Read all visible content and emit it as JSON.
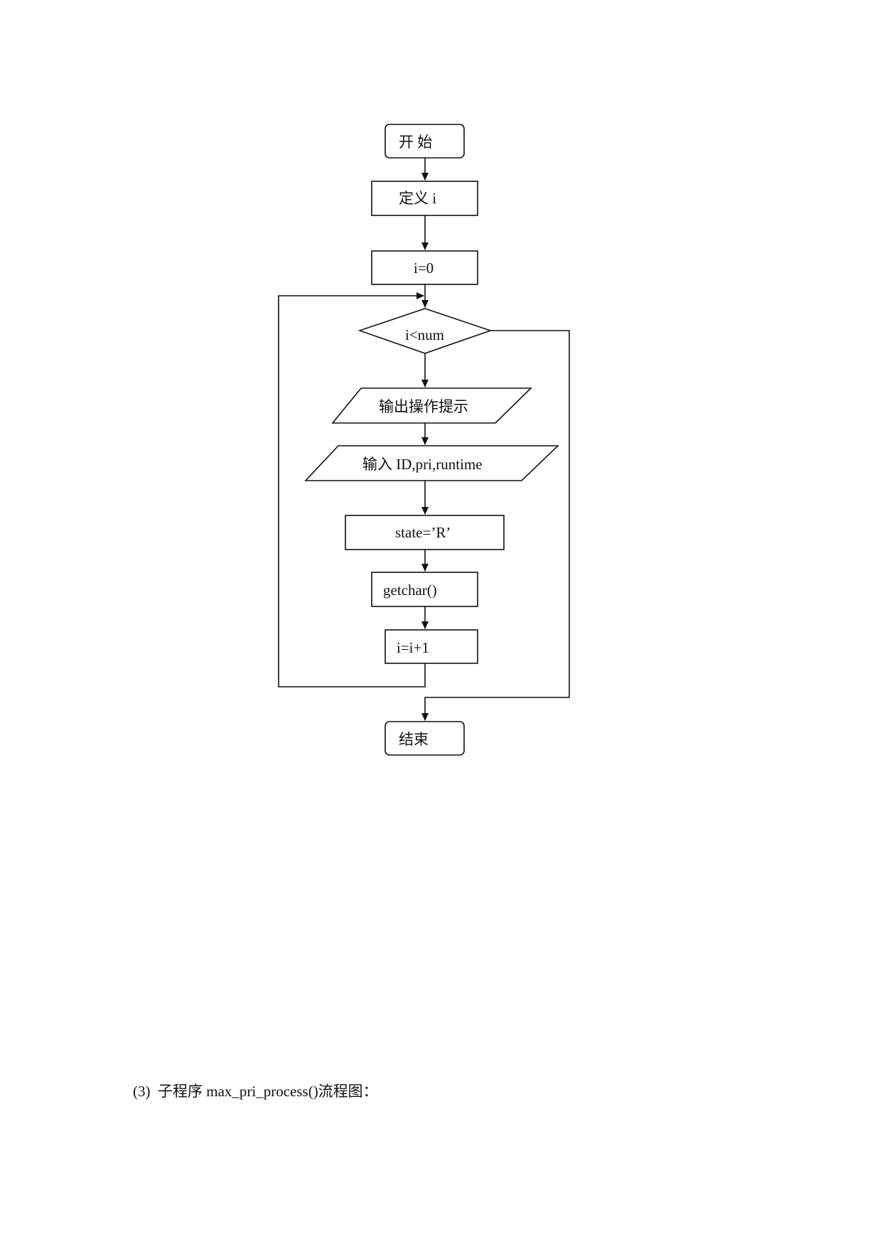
{
  "flowchart": {
    "nodes": {
      "start": "开  始",
      "define_i": "定义 i",
      "init_i": "i=0",
      "condition": "i<num",
      "output_prompt": "输出操作提示",
      "input_fields": "输入 ID,pri,runtime",
      "set_state": "state=’R’",
      "getchar": "getchar()",
      "increment": "i=i+1",
      "end": "结束"
    }
  },
  "caption": "(3)  子程序 max_pri_process()流程图："
}
